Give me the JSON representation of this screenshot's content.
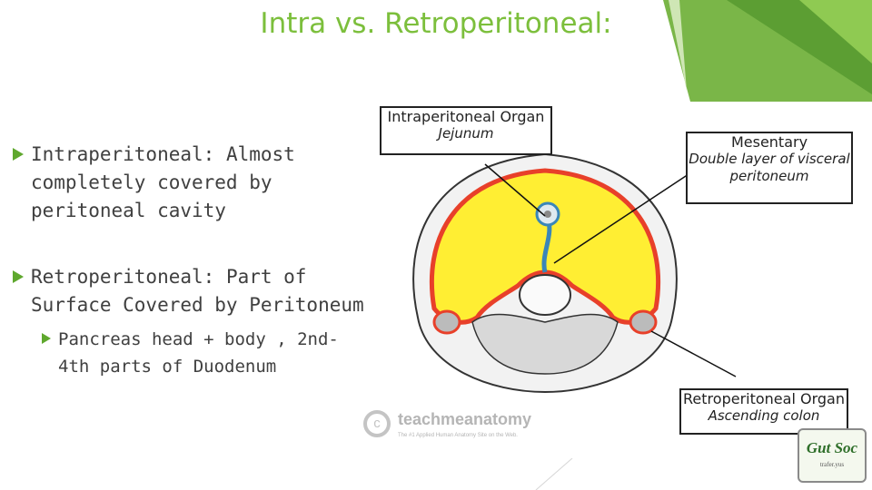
{
  "slide": {
    "title": "Intra vs. Retroperitoneal:",
    "bullets": [
      {
        "term": "Intraperitoneal:",
        "text_line1": " Almost",
        "text_line2": "completely covered by",
        "text_line3": "peritoneal cavity"
      },
      {
        "term": "Retroperitoneal:",
        "text_line1": " Part of",
        "text_line2": "Surface Covered by Peritoneum"
      }
    ],
    "sub_bullet": {
      "line1": "Pancreas head + body , 2nd-",
      "line2": "4th parts of Duodenum"
    }
  },
  "diagram": {
    "callouts": [
      {
        "heading": "Intraperitoneal Organ",
        "detail": "Jejunum"
      },
      {
        "heading": "Mesentary",
        "detail1": "Double layer of visceral",
        "detail2": "peritoneum"
      },
      {
        "heading": "Retroperitoneal Organ",
        "detail": "Ascending colon"
      }
    ],
    "watermark": {
      "brand": "teachmeanatomy",
      "tagline": "The #1 Applied Human Anatomy Site on the Web."
    }
  },
  "logo": {
    "text": "Gut Soc",
    "subtext": "trafer.yus"
  },
  "colors": {
    "accent": "#7cbf3c",
    "bullet": "#5fa82e",
    "yellow": "#ffee33",
    "red": "#e8402a",
    "blue": "#3a86b8"
  }
}
